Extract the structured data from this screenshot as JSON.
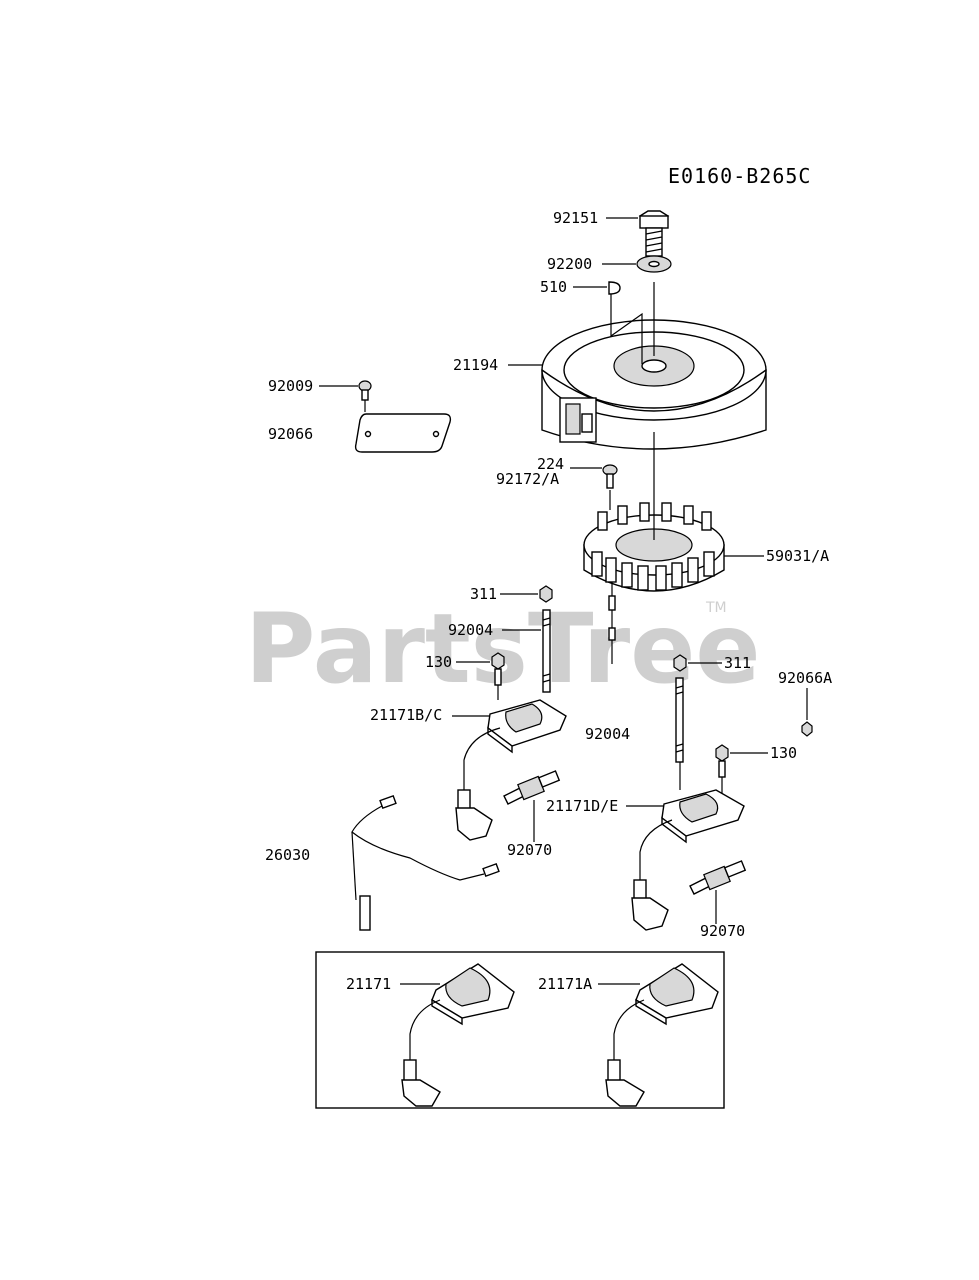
{
  "diagram_code": "E0160-B265C",
  "watermark": {
    "text": "PartsTree",
    "tm": "TM"
  },
  "labels": {
    "p92151": "92151",
    "p92200": "92200",
    "p510": "510",
    "p21194": "21194",
    "p92009": "92009",
    "p92066": "92066",
    "p224": "224",
    "p92172a": "92172/A",
    "p59031a": "59031/A",
    "p311_left": "311",
    "p92004_left": "92004",
    "p130_left": "130",
    "p21171bc": "21171B/C",
    "p92004_mid": "92004",
    "p311_right": "311",
    "p92066a": "92066A",
    "p130_right": "130",
    "p21171de": "21171D/E",
    "p92070_left": "92070",
    "p26030": "26030",
    "p92070_right": "92070",
    "p21171": "21171",
    "p21171a": "21171A"
  }
}
